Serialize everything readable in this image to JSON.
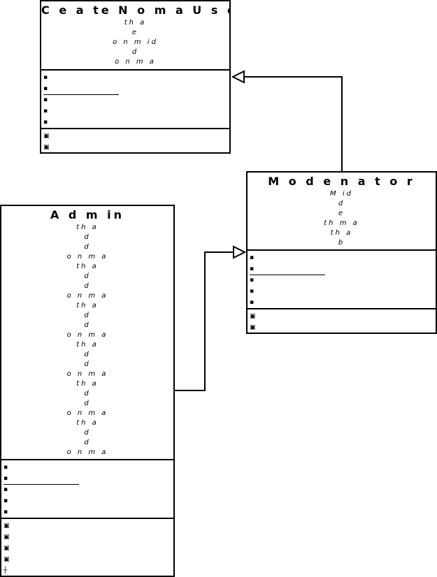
{
  "classes": {
    "non_moderator": {
      "name": "C e a te N o m a U s e r",
      "stereotypes": [
        "th  a",
        "e",
        "o n   m   id",
        "d",
        "o n   m   a"
      ],
      "attributes": [
        "",
        "",
        "",
        "",
        ""
      ],
      "operations": [
        "",
        ""
      ]
    },
    "moderator": {
      "name": "M o d e n a t o r",
      "stereotypes": [
        "M   id",
        "d",
        "e",
        "th   m   a",
        "th   a",
        "b"
      ],
      "attributes": [
        "",
        "",
        "",
        "",
        ""
      ],
      "operations": [
        "",
        ""
      ]
    },
    "admin": {
      "name": "A d m in",
      "stereotypes": [
        "th  a",
        "d",
        "d",
        "o n   m   a",
        "th  a",
        "d",
        "d",
        "o n   m   a",
        "th  a",
        "d",
        "d",
        "o n   m   a",
        "th  a",
        "d",
        "d",
        "o n   m   a",
        "th  a",
        "d",
        "d",
        "o n   m   a",
        "th  a",
        "d",
        "d",
        "o n   m   a"
      ],
      "attributes": [
        "",
        "",
        "",
        "",
        ""
      ],
      "operations": [
        "",
        "",
        "",
        "",
        ""
      ]
    }
  },
  "relations": [
    {
      "from": "moderator",
      "to": "non_moderator",
      "type": "generalization"
    },
    {
      "from": "admin",
      "to": "moderator",
      "type": "generalization"
    }
  ]
}
